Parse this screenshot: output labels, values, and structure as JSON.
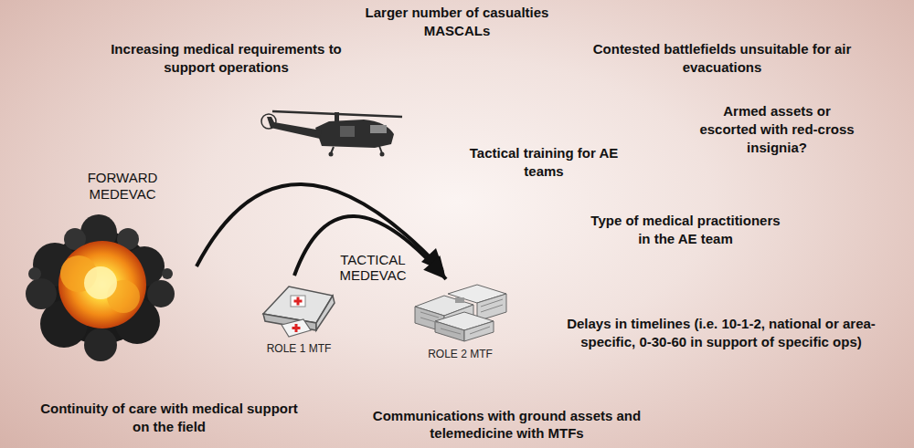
{
  "diagram": {
    "nodes": [
      {
        "text": [
          "ROLE 1 MTF"
        ]
      },
      {
        "text": [
          "ROLE 2 MTF"
        ]
      }
    ],
    "edges": [
      {
        "from": 0,
        "to": 1,
        "arrow": "to",
        "label": "TACTICAL MEDEVAC"
      }
    ],
    "labels": [
      "Larger number of casualties MASCALs",
      "Increasing medical requirements to support operations",
      "Contested battlefields unsuitable for air evacuations",
      "Armed assets or escorted with red-cross insignia?",
      "Tactical training for AE teams",
      "Type of medical practitioners in the AE team",
      "Delays in timelines (i.e. 10-1-2, national or area-specific, 0-30-60 in support of specific ops)",
      "Continuity of care with medical support on the field",
      "Communications with ground assets and telemedicine with MTFs",
      "FORWARD MEDEVAC"
    ]
  }
}
